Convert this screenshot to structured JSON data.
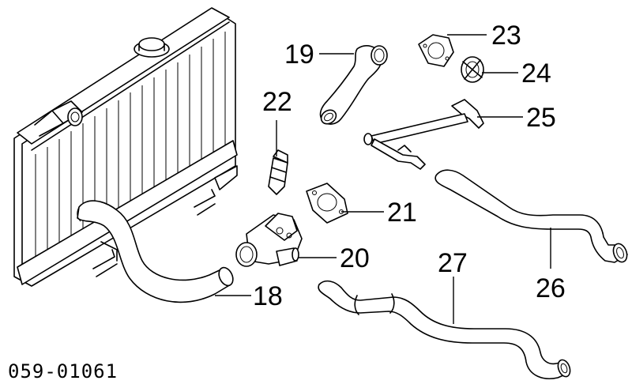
{
  "diagram_code": "059-01061",
  "callouts": {
    "p18": "18",
    "p19": "19",
    "p20": "20",
    "p21": "21",
    "p22": "22",
    "p23": "23",
    "p24": "24",
    "p25": "25",
    "p26": "26",
    "p27": "27"
  }
}
